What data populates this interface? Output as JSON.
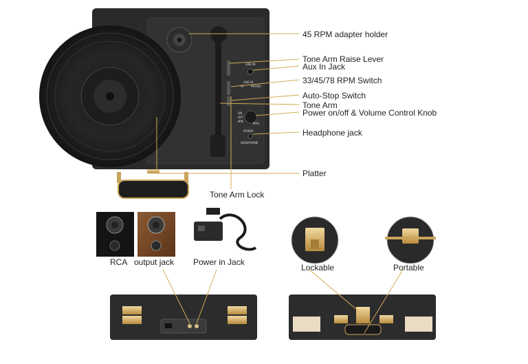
{
  "callouts": {
    "adapter_holder": "45 RPM adapter holder",
    "raise_lever": "Tone Arm Raise Lever",
    "aux_in": "Aux In Jack",
    "rpm_switch": "33/45/78 RPM Switch",
    "auto_stop": "Auto-Stop Switch",
    "tone_arm": "Tone Arm",
    "power_volume": "Power on/off & Volume Control Knob",
    "headphone": "Headphone jack",
    "platter": "Platter",
    "tone_arm_lock": "Tone Arm Lock"
  },
  "panel_text": {
    "line_in": "LINE IN",
    "line_in_2": "LINE IN",
    "st": "ST",
    "phono": "PHONO",
    "on": "ON",
    "off": "OFF",
    "min": "MIN",
    "max": "MAX",
    "power": "POWER",
    "headphone": "HEADPHONE"
  },
  "captions": {
    "rca": "RCA",
    "output_jack": "output jack",
    "power_in_jack": "Power in Jack",
    "lockable": "Lockable",
    "portable": "Portable"
  },
  "colors": {
    "body": "#2b2b2b",
    "gold": "#c9a45a",
    "leader": "#d4aa55",
    "wood": "#7a4a2a"
  }
}
